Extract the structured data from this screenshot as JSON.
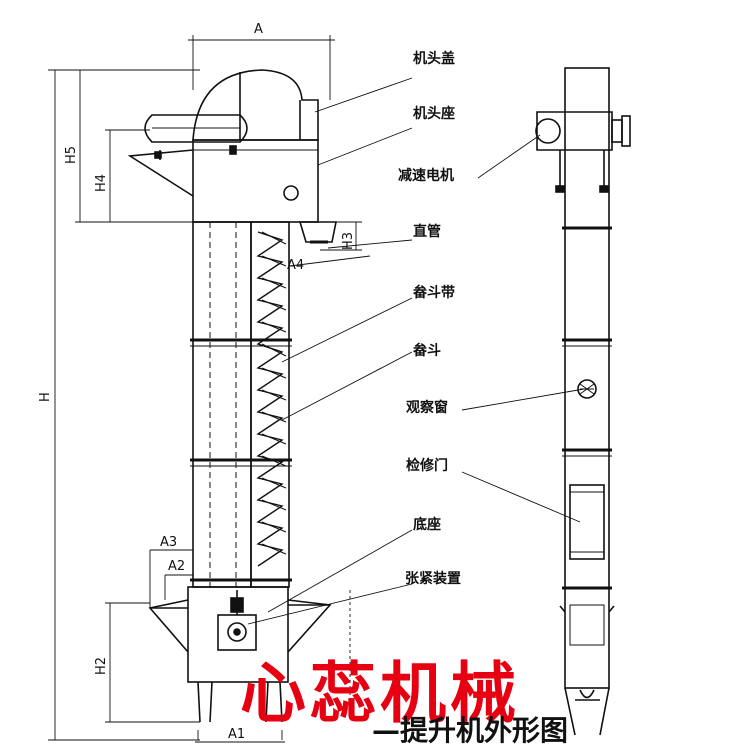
{
  "labels": {
    "head_cover": "机头盖",
    "head_seat": "机头座",
    "motor": "减速电机",
    "straight_pipe": "直管",
    "bucket_belt": "畚斗带",
    "bucket": "畚斗",
    "window": "观察窗",
    "access_door": "检修门",
    "base": "底座",
    "tension": "张紧装置"
  },
  "dims": {
    "A": "A",
    "A1": "A1",
    "A2": "A2",
    "A3": "A3",
    "A4": "A4",
    "H": "H",
    "H2": "H2",
    "H3": "H3",
    "H4": "H4",
    "H5": "H5"
  },
  "watermark": "心蕊机械",
  "subtitle": "—提升机外形图",
  "colors": {
    "line": "#111111",
    "watermark": "#e60012"
  }
}
